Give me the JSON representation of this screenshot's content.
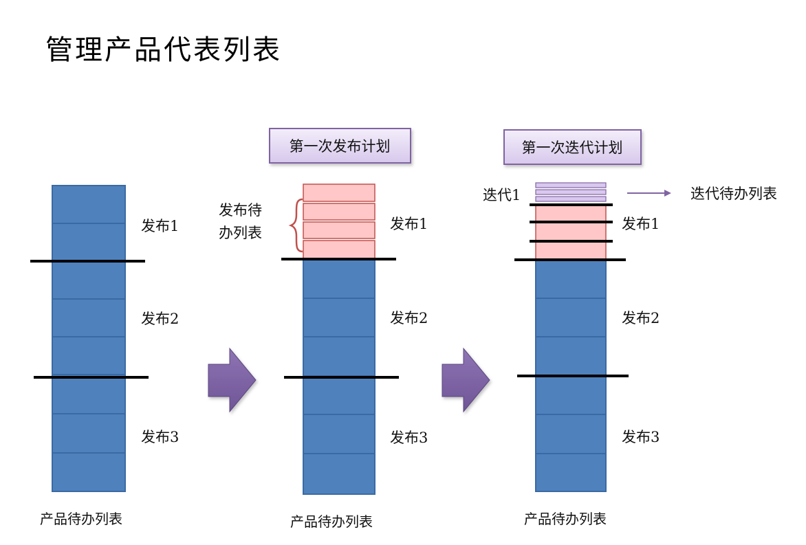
{
  "title": "管理产品代表列表",
  "panels": [
    {
      "caption": "产品待办列表",
      "releases": [
        "发布1",
        "发布2",
        "发布3"
      ]
    },
    {
      "plan_label": "第一次发布计划",
      "side_label_line1": "发布待",
      "side_label_line2": "办列表",
      "caption": "产品待办列表",
      "releases": [
        "发布1",
        "发布2",
        "发布3"
      ]
    },
    {
      "plan_label": "第一次迭代计划",
      "iteration_label": "迭代1",
      "arrow_label": "迭代待办列表",
      "caption": "产品待办列表",
      "releases": [
        "发布1",
        "发布2",
        "发布3"
      ]
    }
  ],
  "colors": {
    "blue_block": "#4f81bd",
    "blue_border": "#3a6aa3",
    "pink_block": "#ffc7c7",
    "pink_border": "#c0504d",
    "purple_arrow": "#8064a2",
    "plan_box_fill": "#e7def2",
    "plan_box_border": "#8064a2",
    "iteration_stripe": "#d9c8ee"
  }
}
